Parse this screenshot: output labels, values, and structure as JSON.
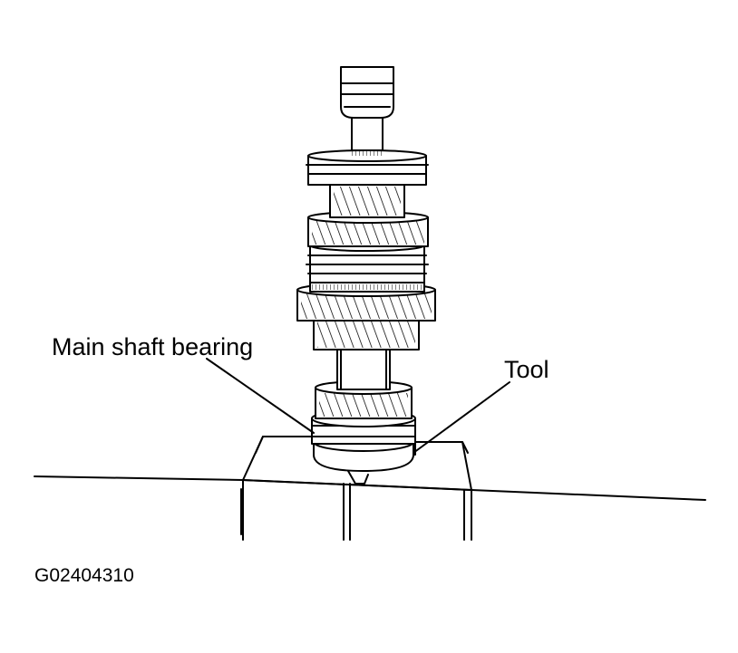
{
  "labels": {
    "main_shaft_bearing": "Main shaft bearing",
    "tool": "Tool"
  },
  "figure_id": "G02404310",
  "colors": {
    "line": "#000000",
    "background": "#ffffff"
  }
}
